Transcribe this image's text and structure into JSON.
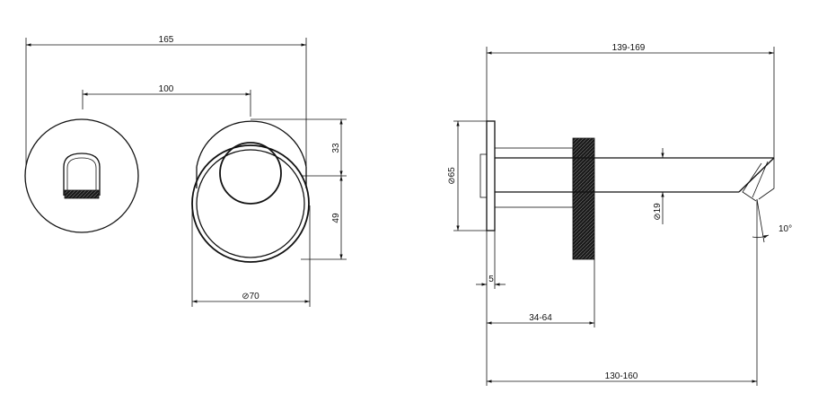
{
  "front_view": {
    "overall_width": "165",
    "center_distance": "100",
    "upper_radius": "33",
    "lower_radius": "49",
    "rosette_diameter": "⊘70"
  },
  "side_view": {
    "outlet_length_range": "139-169",
    "plate_diameter": "⊘65",
    "spout_diameter": "⊘19",
    "spout_angle": "10°",
    "plate_thickness": "5",
    "handle_range": "34-64",
    "projection_range": "130-160"
  }
}
